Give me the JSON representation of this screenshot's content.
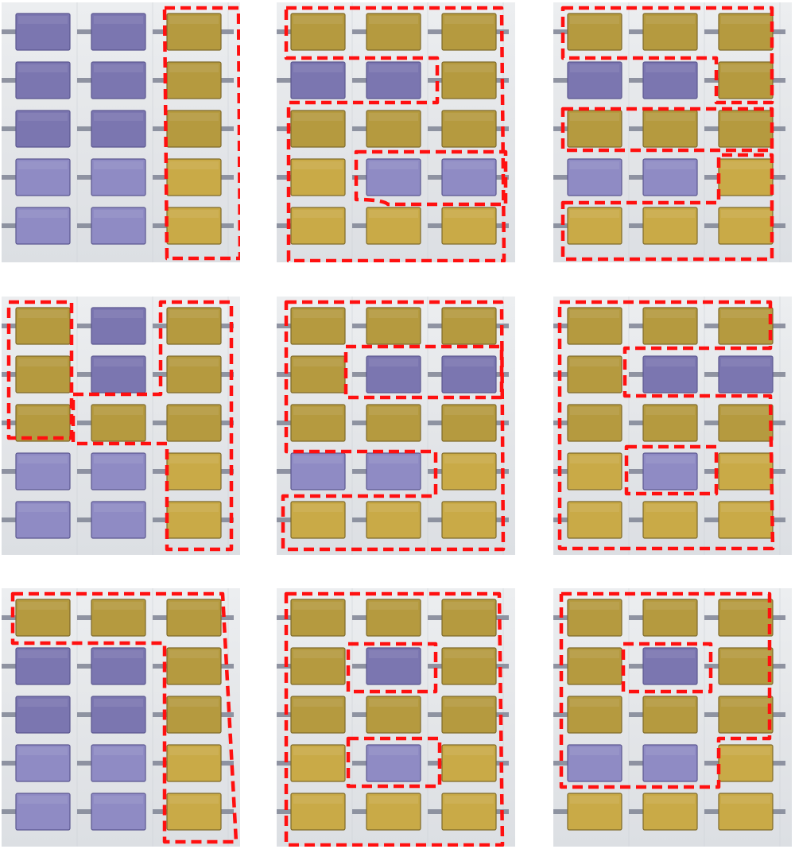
{
  "colors": {
    "substrate": "#e4e6e9",
    "substrate_line": "#cfd3d8",
    "contact_bar": "#7f8494",
    "contact_dark": "#30354f",
    "violet_cell": "#7b76b0",
    "violet_cell_light": "#8f8bc4",
    "gold_cell": "#b59a3f",
    "gold_cell_light": "#c9aa47",
    "outline": "#ff1010"
  },
  "panels": [
    {
      "id": "panel-1",
      "grid": [
        [
          "violet",
          "violet",
          "gold"
        ],
        [
          "violet",
          "violet",
          "gold"
        ],
        [
          "violet",
          "violet",
          "gold"
        ],
        [
          "violet",
          "violet",
          "gold"
        ],
        [
          "violet",
          "violet",
          "gold"
        ]
      ]
    },
    {
      "id": "panel-2",
      "grid": [
        [
          "gold",
          "gold",
          "gold"
        ],
        [
          "violet",
          "violet",
          "gold"
        ],
        [
          "gold",
          "gold",
          "gold"
        ],
        [
          "gold",
          "violet",
          "violet"
        ],
        [
          "gold",
          "gold",
          "gold"
        ]
      ]
    },
    {
      "id": "panel-3",
      "grid": [
        [
          "gold",
          "gold",
          "gold"
        ],
        [
          "violet",
          "violet",
          "gold"
        ],
        [
          "gold",
          "gold",
          "gold"
        ],
        [
          "violet",
          "violet",
          "gold"
        ],
        [
          "gold",
          "gold",
          "gold"
        ]
      ]
    },
    {
      "id": "panel-4",
      "grid": [
        [
          "gold",
          "violet",
          "gold"
        ],
        [
          "gold",
          "violet",
          "gold"
        ],
        [
          "gold",
          "gold",
          "gold"
        ],
        [
          "violet",
          "violet",
          "gold"
        ],
        [
          "violet",
          "violet",
          "gold"
        ]
      ]
    },
    {
      "id": "panel-5",
      "grid": [
        [
          "gold",
          "gold",
          "gold"
        ],
        [
          "gold",
          "violet",
          "violet"
        ],
        [
          "gold",
          "gold",
          "gold"
        ],
        [
          "violet",
          "violet",
          "gold"
        ],
        [
          "gold",
          "gold",
          "gold"
        ]
      ]
    },
    {
      "id": "panel-6",
      "grid": [
        [
          "gold",
          "gold",
          "gold"
        ],
        [
          "gold",
          "violet",
          "violet"
        ],
        [
          "gold",
          "gold",
          "gold"
        ],
        [
          "gold",
          "violet",
          "gold"
        ],
        [
          "gold",
          "gold",
          "gold"
        ]
      ]
    },
    {
      "id": "panel-7",
      "grid": [
        [
          "gold",
          "gold",
          "gold"
        ],
        [
          "violet",
          "violet",
          "gold"
        ],
        [
          "violet",
          "violet",
          "gold"
        ],
        [
          "violet",
          "violet",
          "gold"
        ],
        [
          "violet",
          "violet",
          "gold"
        ]
      ]
    },
    {
      "id": "panel-8",
      "grid": [
        [
          "gold",
          "gold",
          "gold"
        ],
        [
          "gold",
          "violet",
          "gold"
        ],
        [
          "gold",
          "gold",
          "gold"
        ],
        [
          "gold",
          "violet",
          "gold"
        ],
        [
          "gold",
          "gold",
          "gold"
        ]
      ]
    },
    {
      "id": "panel-9",
      "grid": [
        [
          "gold",
          "gold",
          "gold"
        ],
        [
          "gold",
          "violet",
          "gold"
        ],
        [
          "gold",
          "gold",
          "gold"
        ],
        [
          "violet",
          "violet",
          "gold"
        ],
        [
          "gold",
          "gold",
          "gold"
        ]
      ]
    }
  ]
}
